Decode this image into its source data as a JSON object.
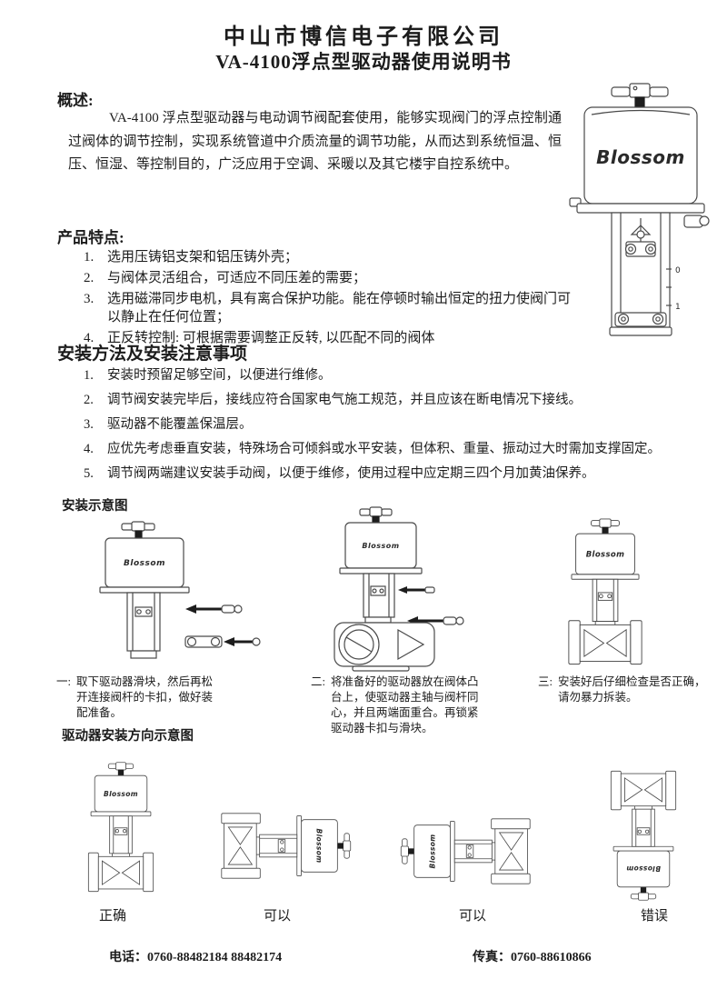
{
  "header": {
    "company": "中山市博信电子有限公司",
    "doc_title": "VA-4100浮点型驱动器使用说明书"
  },
  "brand": "Blossom",
  "product_image": {
    "scale_top": "0",
    "scale_bottom": "1"
  },
  "overview": {
    "heading": "概述:",
    "body": "VA-4100 浮点型驱动器与电动调节阀配套使用，能够实现阀门的浮点控制通过阀体的调节控制，实现系统管道中介质流量的调节功能，从而达到系统恒温、恒压、恒湿、等控制目的，广泛应用于空调、采暖以及其它楼宇自控系统中。"
  },
  "features": {
    "heading": "产品特点:",
    "items": [
      {
        "num": "1.",
        "text": "选用压铸铝支架和铝压铸外壳；"
      },
      {
        "num": "2.",
        "text": "与阀体灵活组合，可适应不同压差的需要；"
      },
      {
        "num": "3.",
        "text": "选用磁滞同步电机，具有离合保护功能。能在停顿时输出恒定的扭力使阀门可以静止在任何位置；"
      },
      {
        "num": "4.",
        "text": "正反转控制: 可根据需要调整正反转, 以匹配不同的阀体"
      }
    ]
  },
  "installation": {
    "heading": "安装方法及安装注意事项",
    "items": [
      {
        "num": "1.",
        "text": "安装时预留足够空间，以便进行维修。"
      },
      {
        "num": "2.",
        "text": "调节阀安装完毕后，接线应符合国家电气施工规范，并且应该在断电情况下接线。"
      },
      {
        "num": "3.",
        "text": "驱动器不能覆盖保温层。"
      },
      {
        "num": "4.",
        "text": "应优先考虑垂直安装，特殊场合可倾斜或水平安装，但体积、重量、振动过大时需加支撑固定。"
      },
      {
        "num": "5.",
        "text": "调节阀两端建议安装手动阀，以便于维修，使用过程中应定期三四个月加黄油保养。"
      }
    ]
  },
  "install_diagram": {
    "heading": "安装示意图",
    "steps": [
      {
        "label": "一:",
        "text": "取下驱动器滑块，然后再松开连接阀杆的卡扣，做好装配准备。"
      },
      {
        "label": "二:",
        "text": "将准备好的驱动器放在阀体凸台上，使驱动器主轴与阀杆同心，并且两端面重合。再锁紧驱动器卡扣与滑块。"
      },
      {
        "label": "三:",
        "text": "安装好后仔细检查是否正确，请勿暴力拆装。"
      }
    ]
  },
  "orientation_diagram": {
    "heading": "驱动器安装方向示意图",
    "labels": [
      "正确",
      "可以",
      "可以",
      "错误"
    ]
  },
  "footer": {
    "phone_label": "电话：",
    "phone": "0760-88482184  88482174",
    "fax_label": "传真：",
    "fax": "0760-88610866"
  }
}
